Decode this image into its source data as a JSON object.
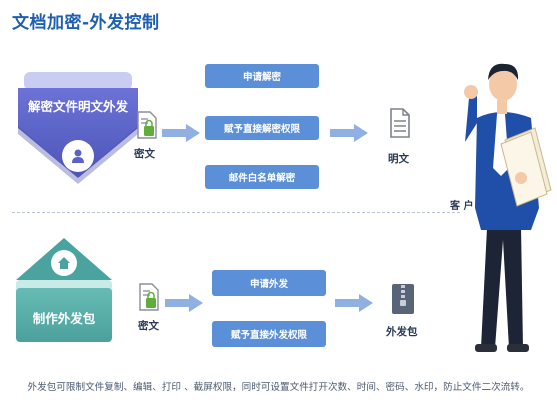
{
  "title": "文档加密-外发控制",
  "top_section": {
    "panel_label": "解密文件明文外发",
    "source_label": "密文",
    "actions": [
      "申请解密",
      "赋予直接解密权限",
      "邮件白名单解密"
    ],
    "result_label": "明文"
  },
  "customer_label": "客 户",
  "bottom_section": {
    "panel_label": "制作外发包",
    "source_label": "密文",
    "actions": [
      "申请外发",
      "赋予直接外发权限"
    ],
    "result_label": "外发包"
  },
  "footer_text": "外发包可限制文件复制、编辑、打印 、截屏权限，同时可设置文件打开次数、时间、密码、水印，防止文件二次流转。",
  "colors": {
    "blue_panel": "#5a62c6",
    "teal_panel": "#4fa9a4",
    "button": "#5b8fd8",
    "title": "#1f5fb0"
  }
}
